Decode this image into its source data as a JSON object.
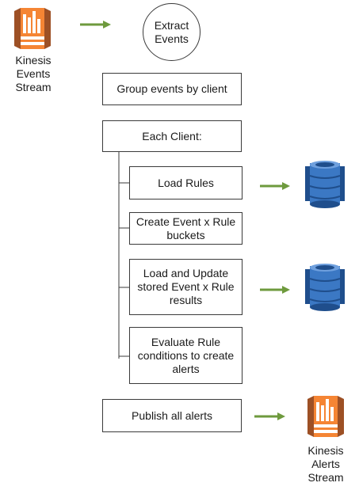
{
  "kinesis_events": {
    "label": "Kinesis\nEvents\nStream"
  },
  "extract": {
    "label": "Extract\nEvents"
  },
  "group": {
    "label": "Group events by client"
  },
  "each_client": {
    "label": "Each Client:"
  },
  "steps": [
    {
      "label": "Load Rules"
    },
    {
      "label": "Create Event x Rule\nbuckets"
    },
    {
      "label": "Load and Update\nstored Event x Rule\nresults"
    },
    {
      "label": "Evaluate Rule\nconditions to create\nalerts"
    }
  ],
  "publish": {
    "label": "Publish all alerts"
  },
  "kinesis_alerts": {
    "label": "Kinesis\nAlerts\nStream"
  },
  "colors": {
    "arrow": "#6e9a3d",
    "kinesis_dark": "#9d5025",
    "kinesis_light": "#f58534",
    "dynamo_dark": "#1f4e8c",
    "dynamo_light": "#3b78c4"
  }
}
